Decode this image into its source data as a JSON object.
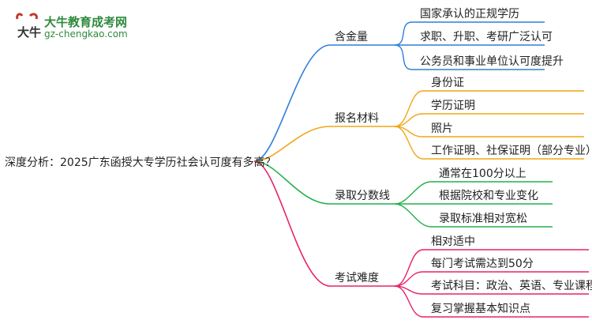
{
  "logo": {
    "title": "大牛教育成考网",
    "url": "gz-chengkao.com",
    "mark": "大牛"
  },
  "root": "深度分析：2025广东函授大专学历社会认可度有多高？",
  "branches": [
    {
      "label": "含金量",
      "color": "#2e7fd8",
      "children": [
        "国家承认的正规学历",
        "求职、升职、考研广泛认可",
        "公务员和事业单位认可度提升"
      ]
    },
    {
      "label": "报名材料",
      "color": "#f2a516",
      "children": [
        "身份证",
        "学历证明",
        "照片",
        "工作证明、社保证明（部分专业）"
      ]
    },
    {
      "label": "录取分数线",
      "color": "#22b14c",
      "children": [
        "通常在100分以上",
        "根据院校和专业变化",
        "录取标准相对宽松"
      ]
    },
    {
      "label": "考试难度",
      "color": "#e8226b",
      "children": [
        "相对适中",
        "每门考试需达到50分",
        "考试科目：政治、英语、专业课程",
        "复习掌握基本知识点"
      ]
    }
  ]
}
